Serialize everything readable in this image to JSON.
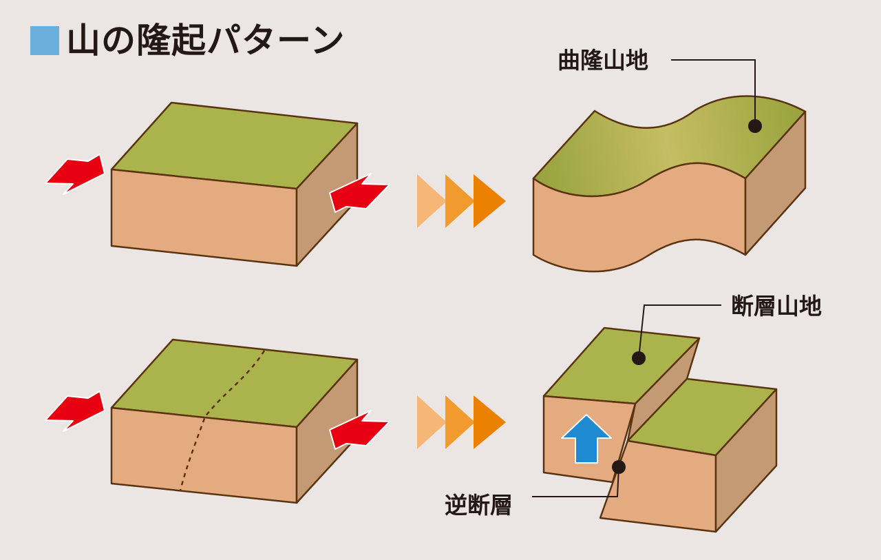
{
  "title": "山の隆起パターン",
  "labels": {
    "fold_mountain": "曲隆山地",
    "fault_mountain": "断層山地",
    "reverse_fault": "逆断層"
  },
  "colors": {
    "title_square": "#6aaedc",
    "top_surface": "#abb34d",
    "front_face": "#e4ab80",
    "side_face": "#c49a74",
    "outline": "#5a3310",
    "compression_arrow": "#e60012",
    "uplift_arrow": "#1e8ad1",
    "step_arrows": [
      "#f5b676",
      "#f19a2e",
      "#ec8000"
    ]
  },
  "icons": [
    "square-marker-icon",
    "compression-arrow-icon",
    "step-arrow-icon",
    "uplift-arrow-icon"
  ]
}
